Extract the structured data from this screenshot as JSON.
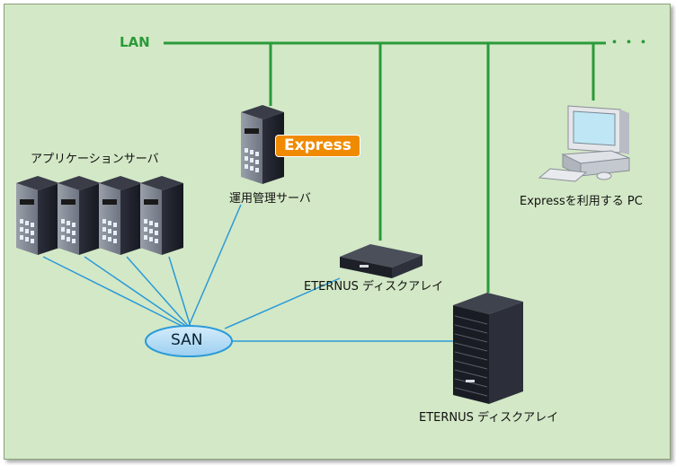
{
  "lan_label": "LAN",
  "lan_more": "・・・",
  "app_servers_label": "アプリケーションサーバ",
  "mgmt_server_label": "運用管理サーバ",
  "express_badge": "Express",
  "pc_label": "Expressを利用する PC",
  "eternus_small_label": "ETERNUS ディスクアレイ",
  "eternus_large_label": "ETERNUS ディスクアレイ",
  "san_label": "SAN",
  "colors": {
    "background": "#d3e8c6",
    "lan_line": "#2a9a3a",
    "san_line": "#2a9ad8",
    "badge": "#f08a00"
  }
}
